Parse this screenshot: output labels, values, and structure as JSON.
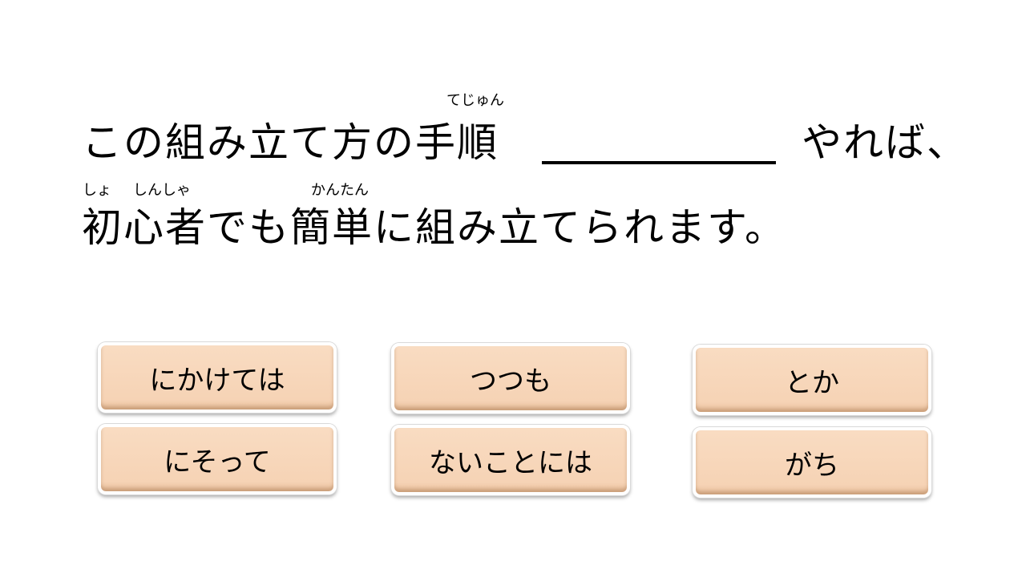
{
  "question": {
    "line1_before": "この組み立て方の手順",
    "line1_after": "やれば、",
    "line2": "初心者でも簡単に組み立てられます。",
    "furigana": {
      "tejun": "てじゅん",
      "sho": "しょ",
      "shinsha": "しんしゃ",
      "kantan": "かんたん"
    }
  },
  "options": [
    "にかけては",
    "つつも",
    "とか",
    "にそって",
    "ないことには",
    "がち"
  ]
}
